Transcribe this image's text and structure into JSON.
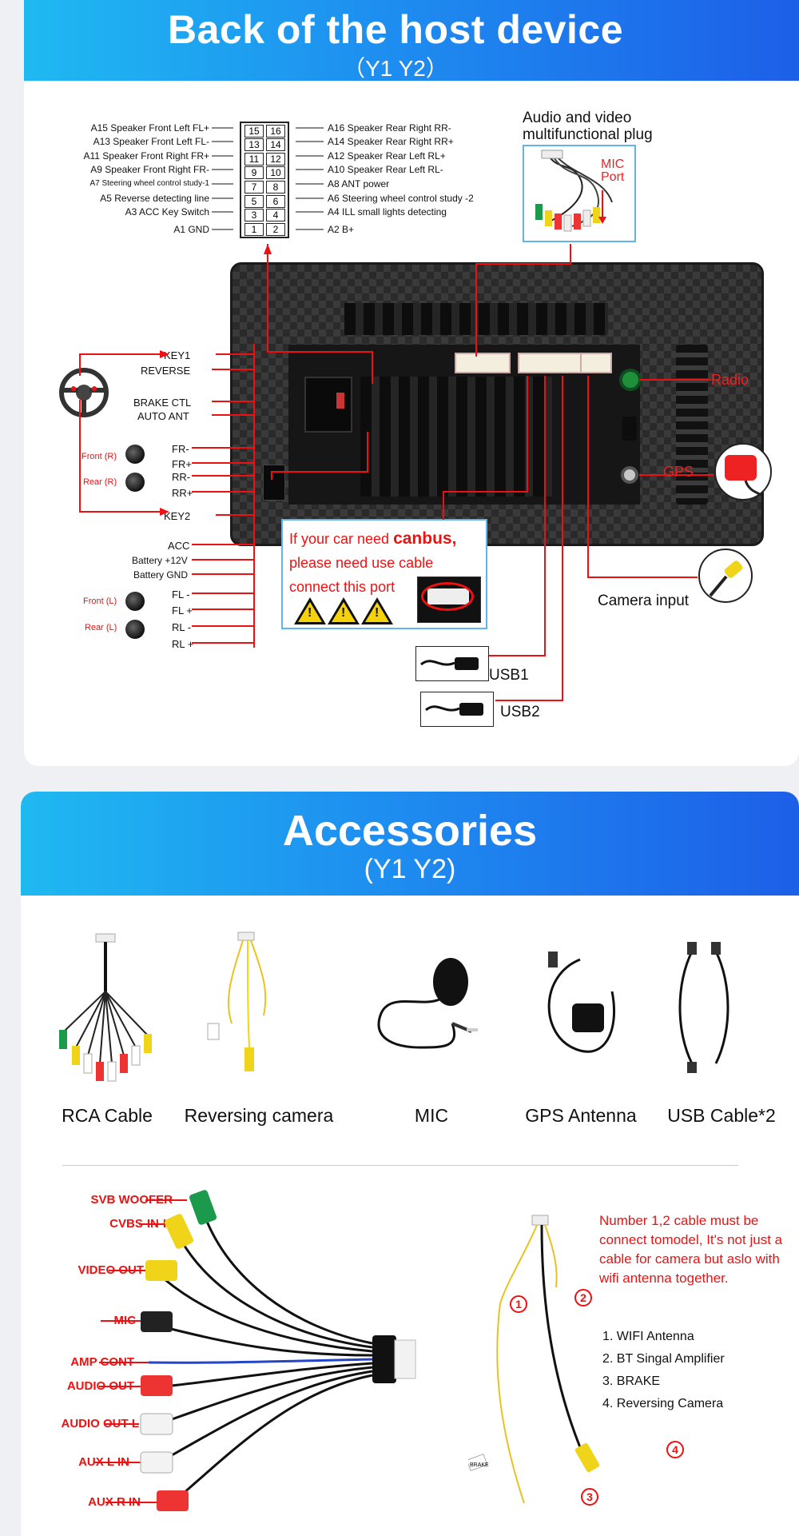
{
  "section_back": {
    "title": "Back of the host device",
    "subtitle": "（Y1 Y2）",
    "pins_left": [
      "A15  Speaker Front Left FL+",
      "A13  Speaker Front Left FL-",
      "A11  Speaker Front Right FR+",
      "A9    Speaker Front Right FR-",
      "A7   Steering wheel control study-1",
      "A5   Reverse detecting line",
      "A3 ACC Key Switch",
      "A1 GND"
    ],
    "pins_right": [
      "A16 Speaker Rear Right RR-",
      "A14 Speaker Rear Right RR+",
      "A12 Speaker Rear Left RL+",
      "A10 Speaker Rear Left RL-",
      "A8   ANT power",
      "A6   Steering wheel control study -2",
      "A4   ILL small lights detecting",
      "A2   B+"
    ],
    "connector_left": [
      "15",
      "13",
      "11",
      "9",
      "7",
      "5",
      "3",
      "1"
    ],
    "connector_right": [
      "16",
      "14",
      "12",
      "10",
      "8",
      "6",
      "4",
      "2"
    ],
    "av_plug_title_1": "Audio and video",
    "av_plug_title_2": "multifunctional plug",
    "mic_port_1": "MIC",
    "mic_port_2": "Port",
    "left_labels": {
      "key1": "KEY1",
      "reverse": "REVERSE",
      "brake": "BRAKE CTL",
      "auto_ant": "AUTO ANT",
      "fr_minus": "FR-",
      "fr_plus": "FR+",
      "rr_minus": "RR-",
      "rr_plus": "RR+",
      "key2": "KEY2",
      "acc": "ACC",
      "battery12": "Battery +12V",
      "battery_gnd": "Battery GND",
      "fl_minus": "FL -",
      "fl_plus": "FL +",
      "rl_minus": "RL -",
      "rl_plus": "RL +",
      "front_r": "Front (R)",
      "rear_r": "Rear (R)",
      "front_l": "Front (L)",
      "rear_l": "Rear (L)"
    },
    "radio": "Radio",
    "gps": "GPS",
    "camera_input": "Camera input",
    "canbus_line1_pre": "If your car need ",
    "canbus_line1_bold": "canbus,",
    "canbus_line2": "please need use cable",
    "canbus_line3": "connect this port",
    "warn_glyph": "!",
    "usb1": "USB1",
    "usb2": "USB2"
  },
  "section_accessories": {
    "title": "Accessories",
    "subtitle": "(Y1 Y2)",
    "items": [
      "RCA Cable",
      "Reversing  camera",
      "MIC",
      "GPS Antenna",
      "USB Cable*2"
    ],
    "rca_labels": [
      "SVB WOOFER",
      "CVBS-IN-I",
      "VIDEO OUT",
      "MIC",
      "AMP CONT",
      "AUDIO OUT",
      "AUDIO OUT L",
      "AUX L IN",
      "AUX R IN"
    ],
    "note": "Number 1,2 cable must be connect tomodel, It's not just a cable for camera but aslo with wifi antenna together.",
    "list": [
      "1. WIFI Antenna",
      "2. BT Singal Amplifier",
      "3. BRAKE",
      "4. Reversing Camera"
    ],
    "circle_numbers": [
      "1",
      "2",
      "3",
      "4"
    ],
    "brake_tag": "BRAKE"
  },
  "colors": {
    "accent_red": "#e11111",
    "banner_start": "#1fb9f1",
    "banner_end": "#1d5fe8",
    "frame_blue": "#5fb6e6"
  }
}
